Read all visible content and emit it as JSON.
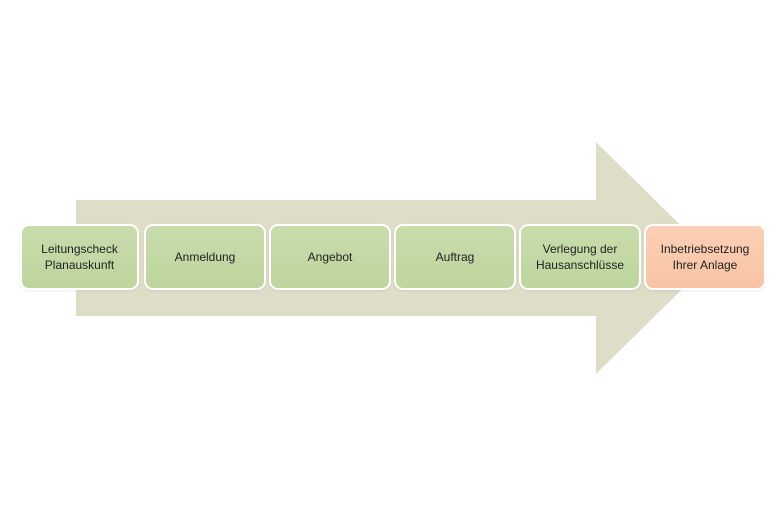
{
  "colors": {
    "arrow": "#deddc8",
    "step_green": "#c3d9a5",
    "step_orange": "#f9c9ac",
    "step_border": "#ffffff",
    "text": "#222222"
  },
  "steps": [
    {
      "label": "Leitungscheck\nPlanauskunft",
      "state": "green"
    },
    {
      "label": "Anmeldung",
      "state": "green"
    },
    {
      "label": "Angebot",
      "state": "green"
    },
    {
      "label": "Auftrag",
      "state": "green"
    },
    {
      "label": "Verlegung der\nHausanschlüsse",
      "state": "green"
    },
    {
      "label": "Inbetriebsetzung\nIhrer Anlage",
      "state": "orange"
    }
  ]
}
